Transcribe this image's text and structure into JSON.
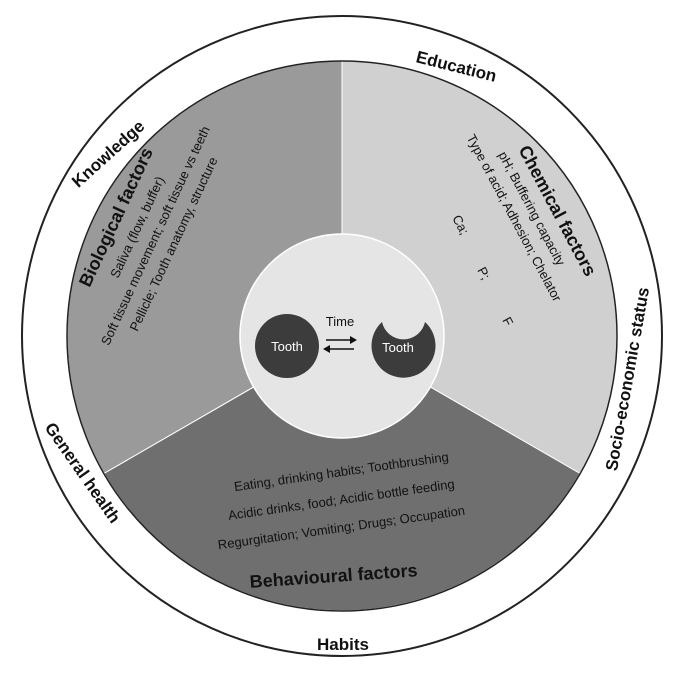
{
  "outer_ring": {
    "education": "Education",
    "knowledge": "Knowledge",
    "general_health": "General health",
    "habits": "Habits",
    "socio_economic": "Socio-economic status"
  },
  "biological": {
    "title": "Biological factors",
    "lines": [
      "Saliva (flow, buffer)",
      "Soft tissue movement; soft tissue vs teeth",
      "Pellicle; Tooth anatomy, structure"
    ]
  },
  "chemical": {
    "title": "Chemical factors",
    "line1": "pH; Buffering capacity",
    "line2": "Type of acid; Adhesion; Chelator",
    "ca": "Ca;",
    "p": "P;",
    "f": "F"
  },
  "behavioural": {
    "title": "Behavioural factors",
    "lines": [
      "Eating, drinking habits; Toothbrushing",
      "Acidic drinks, food; Acidic bottle feeding",
      "Regurgitation; Vomiting; Drugs; Occupation"
    ]
  },
  "center": {
    "time_label": "Time",
    "tooth_left": "Tooth",
    "tooth_right": "Tooth"
  },
  "colors": {
    "biological": "#9a9a9a",
    "chemical": "#d0d0d0",
    "behavioural": "#6f6f6f",
    "center": "#e5e5e5",
    "tooth": "#3c3c3c"
  }
}
